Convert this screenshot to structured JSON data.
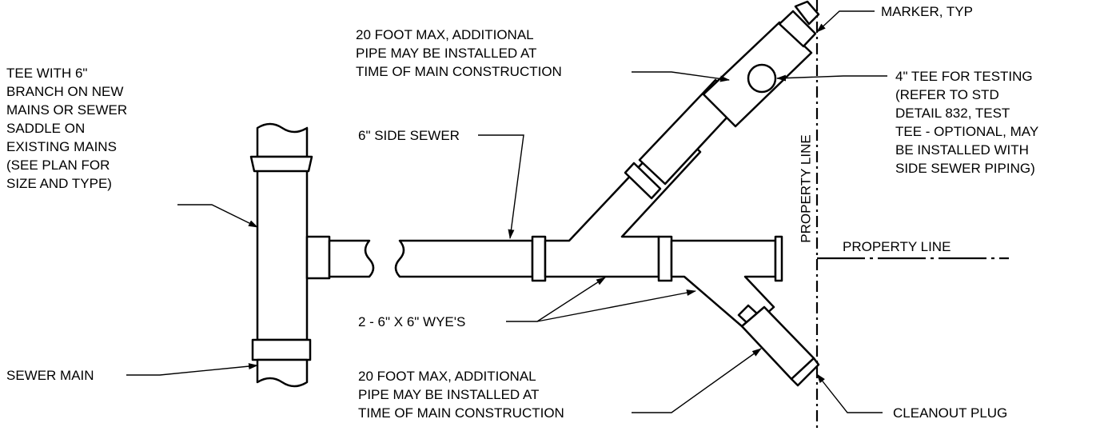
{
  "labels": {
    "tee_main": [
      "TEE WITH 6\"",
      "BRANCH ON NEW",
      "MAINS OR SEWER",
      "SADDLE ON",
      "EXISTING MAINS",
      "(SEE PLAN FOR",
      "SIZE AND TYPE)"
    ],
    "sewer_main": "SEWER MAIN",
    "side_sewer": "6\" SIDE SEWER",
    "extension_top": [
      "20 FOOT MAX, ADDITIONAL",
      "PIPE MAY BE INSTALLED AT",
      "TIME OF MAIN CONSTRUCTION"
    ],
    "wyes": "2 - 6\" X 6\" WYE'S",
    "extension_bottom": [
      "20 FOOT MAX, ADDITIONAL",
      "PIPE MAY BE INSTALLED AT",
      "TIME OF MAIN CONSTRUCTION"
    ],
    "marker": "MARKER, TYP",
    "test_tee": [
      "4\" TEE FOR TESTING",
      "(REFER TO STD",
      "DETAIL 832, TEST",
      "TEE - OPTIONAL,  MAY",
      "BE INSTALLED WITH",
      "SIDE SEWER PIPING)"
    ],
    "cleanout": "CLEANOUT PLUG",
    "property_line_vertical": "PROPERTY LINE",
    "property_line_horizontal": "PROPERTY LINE"
  }
}
